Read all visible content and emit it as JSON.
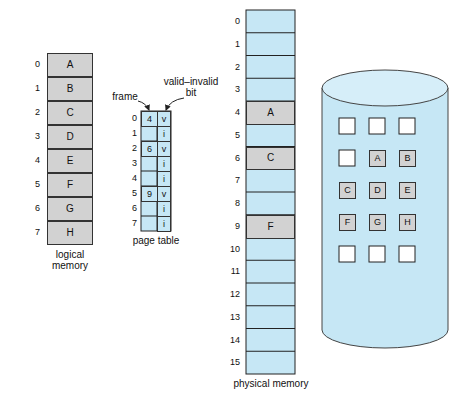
{
  "diagram": {
    "nodes": [
      {
        "text": [
          "logical memory"
        ]
      },
      {
        "text": [
          "A"
        ],
        "in": 0
      },
      {
        "text": [
          "B"
        ],
        "in": 0
      },
      {
        "text": [
          "C"
        ],
        "in": 0
      },
      {
        "text": [
          "D"
        ],
        "in": 0
      },
      {
        "text": [
          "E"
        ],
        "in": 0
      },
      {
        "text": [
          "F"
        ],
        "in": 0
      },
      {
        "text": [
          "G"
        ],
        "in": 0
      },
      {
        "text": [
          "H"
        ],
        "in": 0
      },
      {
        "text": [
          "page table"
        ]
      },
      {
        "text": [
          "4"
        ],
        "in": 9
      },
      {
        "text": [
          "v"
        ],
        "in": 9
      },
      {
        "text": [
          "i"
        ],
        "in": 9
      },
      {
        "text": [
          "6"
        ],
        "in": 9
      },
      {
        "text": [
          "v"
        ],
        "in": 9
      },
      {
        "text": [
          "i"
        ],
        "in": 9
      },
      {
        "text": [
          "i"
        ],
        "in": 9
      },
      {
        "text": [
          "9"
        ],
        "in": 9
      },
      {
        "text": [
          "v"
        ],
        "in": 9
      },
      {
        "text": [
          "i"
        ],
        "in": 9
      },
      {
        "text": [
          "i"
        ],
        "in": 9
      },
      {
        "text": [
          "physical memory"
        ]
      },
      {
        "text": [
          "A"
        ],
        "in": 21
      },
      {
        "text": [
          "C"
        ],
        "in": 21
      },
      {
        "text": [
          "F"
        ],
        "in": 21
      },
      {
        "text": [
          "A"
        ]
      },
      {
        "text": [
          "B"
        ]
      },
      {
        "text": [
          "C"
        ]
      },
      {
        "text": [
          "D"
        ]
      },
      {
        "text": [
          "E"
        ]
      },
      {
        "text": [
          "F"
        ]
      },
      {
        "text": [
          "G"
        ]
      },
      {
        "text": [
          "H"
        ]
      }
    ],
    "labels": [
      "0",
      "1",
      "2",
      "3",
      "4",
      "5",
      "6",
      "7",
      "valid–invalid bit",
      "frame",
      "0",
      "1",
      "2",
      "3",
      "4",
      "5",
      "6",
      "7",
      "0",
      "1",
      "2",
      "3",
      "4",
      "5",
      "6",
      "7",
      "8",
      "9",
      "10",
      "11",
      "12",
      "13",
      "14",
      "15"
    ]
  }
}
